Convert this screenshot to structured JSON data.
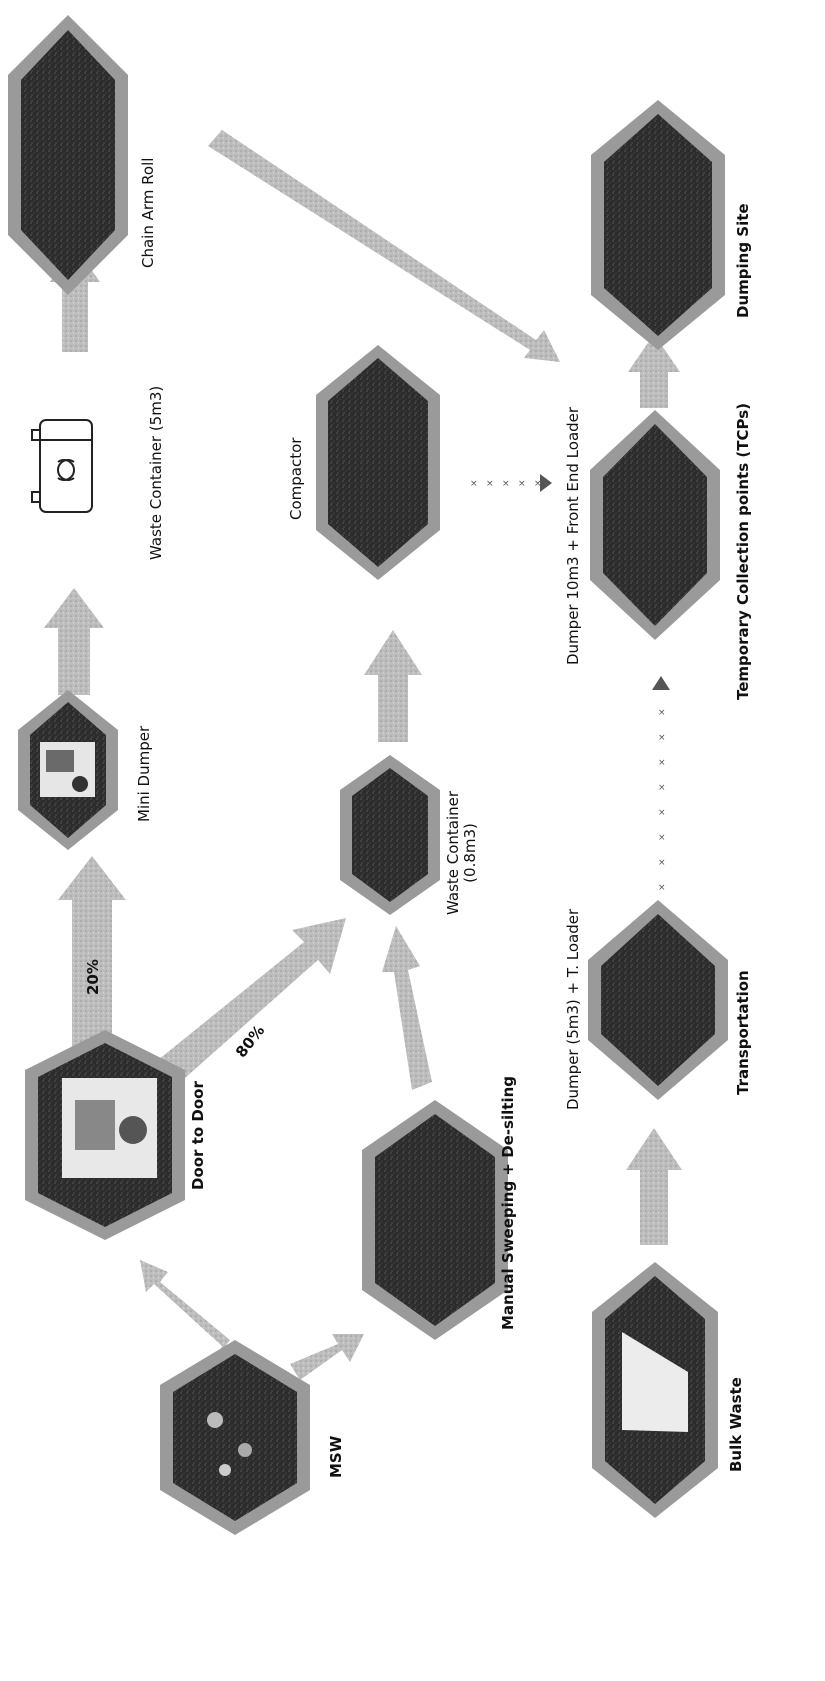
{
  "nodes": {
    "msw": "MSW",
    "door_to_door": "Door to Door",
    "mini_dumper": "Mini Dumper",
    "waste_container_5m3": "Waste Container (5m3)",
    "chain_arm_roll": "Chain Arm Roll",
    "manual_sweeping": "Manual Sweeping + De-silting",
    "waste_container_08_line1": "Waste Container",
    "waste_container_08_line2": "(0.8m3)",
    "compactor": "Compactor",
    "dumper_front_end_loader": "Dumper 10m3 + Front End Loader",
    "bulk_waste": "Bulk Waste",
    "transportation": "Transportation",
    "dumper_t_loader": "Dumper (5m3) + T. Loader",
    "tcps": "Temporary Collection points (TCPs)",
    "dumping_site": "Dumping Site"
  },
  "arrow_labels": {
    "pct_20": "20%",
    "pct_80": "80%"
  },
  "colors": {
    "hex_outer": "#9a9a9a",
    "hex_inner": "#2c2c2c",
    "arrow": "#b8b8b8",
    "dots": "#555555"
  },
  "icons": {
    "container_icon": "recycle-bin-icon"
  }
}
